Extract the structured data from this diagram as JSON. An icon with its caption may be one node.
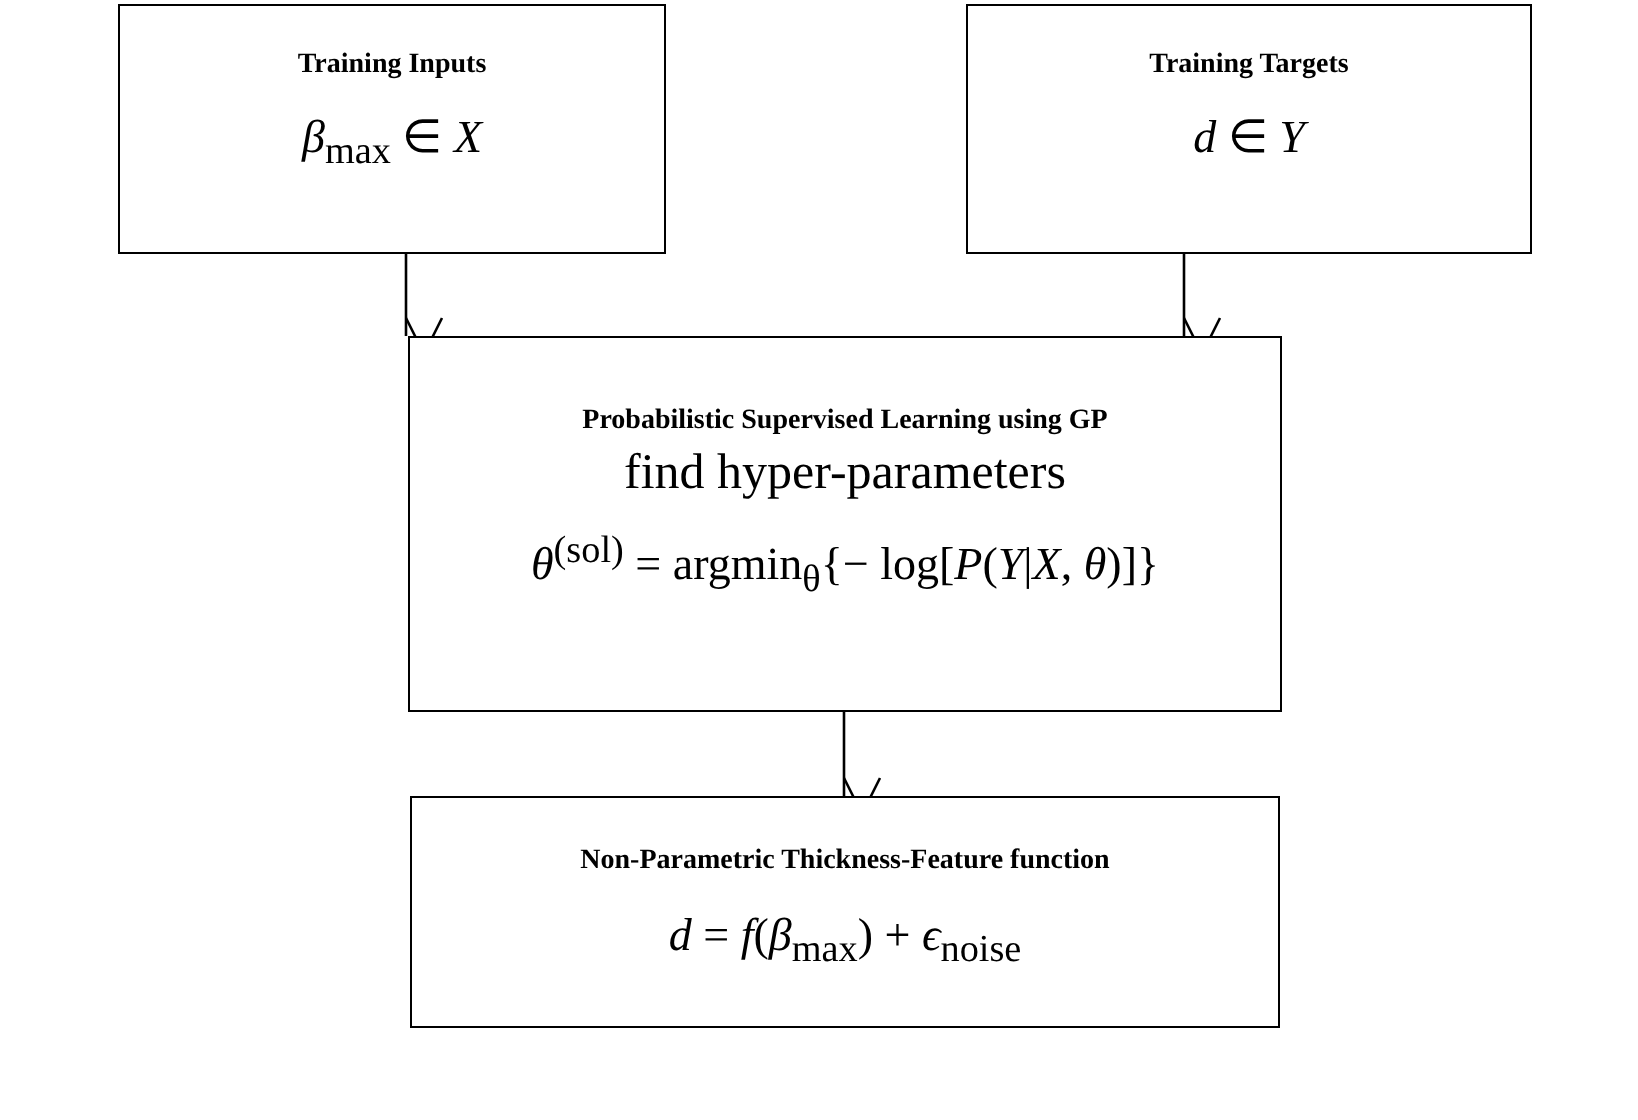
{
  "diagram": {
    "nodes": [
      {
        "text": [
          "Training Inputs",
          "*β*$_{max}$ ∈ *X*"
        ]
      },
      {
        "text": [
          "Training Targets",
          "*d* ∈ *Y*"
        ]
      },
      {
        "text": [
          "Probabilistic Supervised Learning using GP",
          "find  hyper-parameters",
          "*θ*$^{(sol)}$ = argmin$_{θ}${− log[*P*(*Y*|*X*, *θ*)]}"
        ]
      },
      {
        "text": [
          "Non-Parametric Thickness-Feature function",
          "*d* = *f*(*β*$_{max}$) + *ϵ*$_{noise}$"
        ]
      }
    ],
    "edges": [
      {
        "from": 0,
        "to": 2,
        "arrow": "to"
      },
      {
        "from": 1,
        "to": 2,
        "arrow": "to"
      },
      {
        "from": 2,
        "to": 3,
        "arrow": "to"
      }
    ]
  }
}
